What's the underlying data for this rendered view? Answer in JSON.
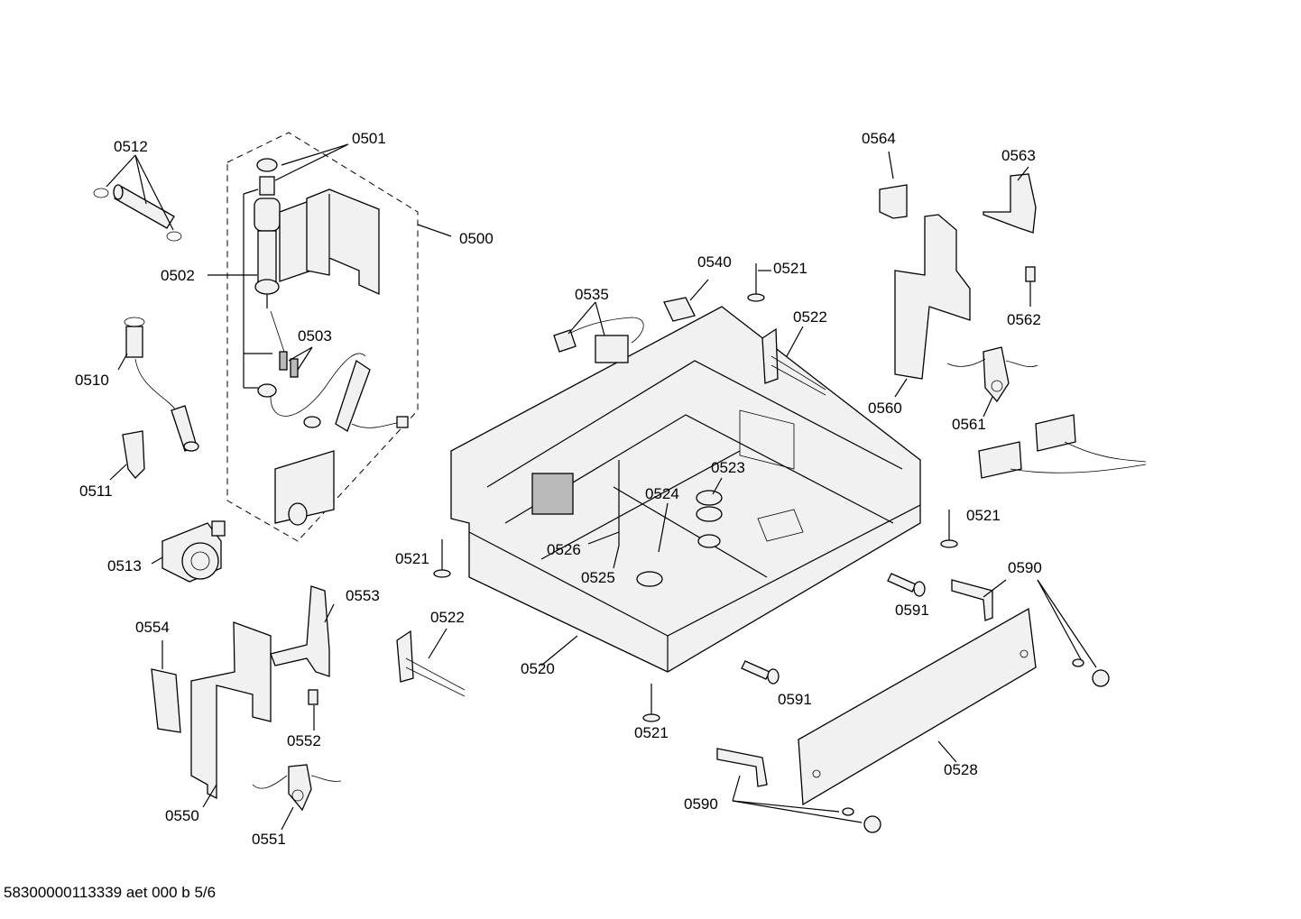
{
  "labels": {
    "l0512": "0512",
    "l0501": "0501",
    "l0500": "0500",
    "l0502": "0502",
    "l0503": "0503",
    "l0510": "0510",
    "l0511": "0511",
    "l0513": "0513",
    "l0553": "0553",
    "l0554": "0554",
    "l0552": "0552",
    "l0550": "0550",
    "l0551": "0551",
    "l0564": "0564",
    "l0563": "0563",
    "l0562": "0562",
    "l0560": "0560",
    "l0561": "0561",
    "l0540": "0540",
    "l0521a": "0521",
    "l0535": "0535",
    "l0522a": "0522",
    "l0523": "0523",
    "l0524": "0524",
    "l0526": "0526",
    "l0525": "0525",
    "l0521b": "0521",
    "l0521c": "0521",
    "l0522b": "0522",
    "l0520": "0520",
    "l0521d": "0521",
    "l0591a": "0591",
    "l0590a": "0590",
    "l0591b": "0591",
    "l0528": "0528",
    "l0590b": "0590"
  },
  "footer": "58300000113339 aet 000 b 5/6"
}
